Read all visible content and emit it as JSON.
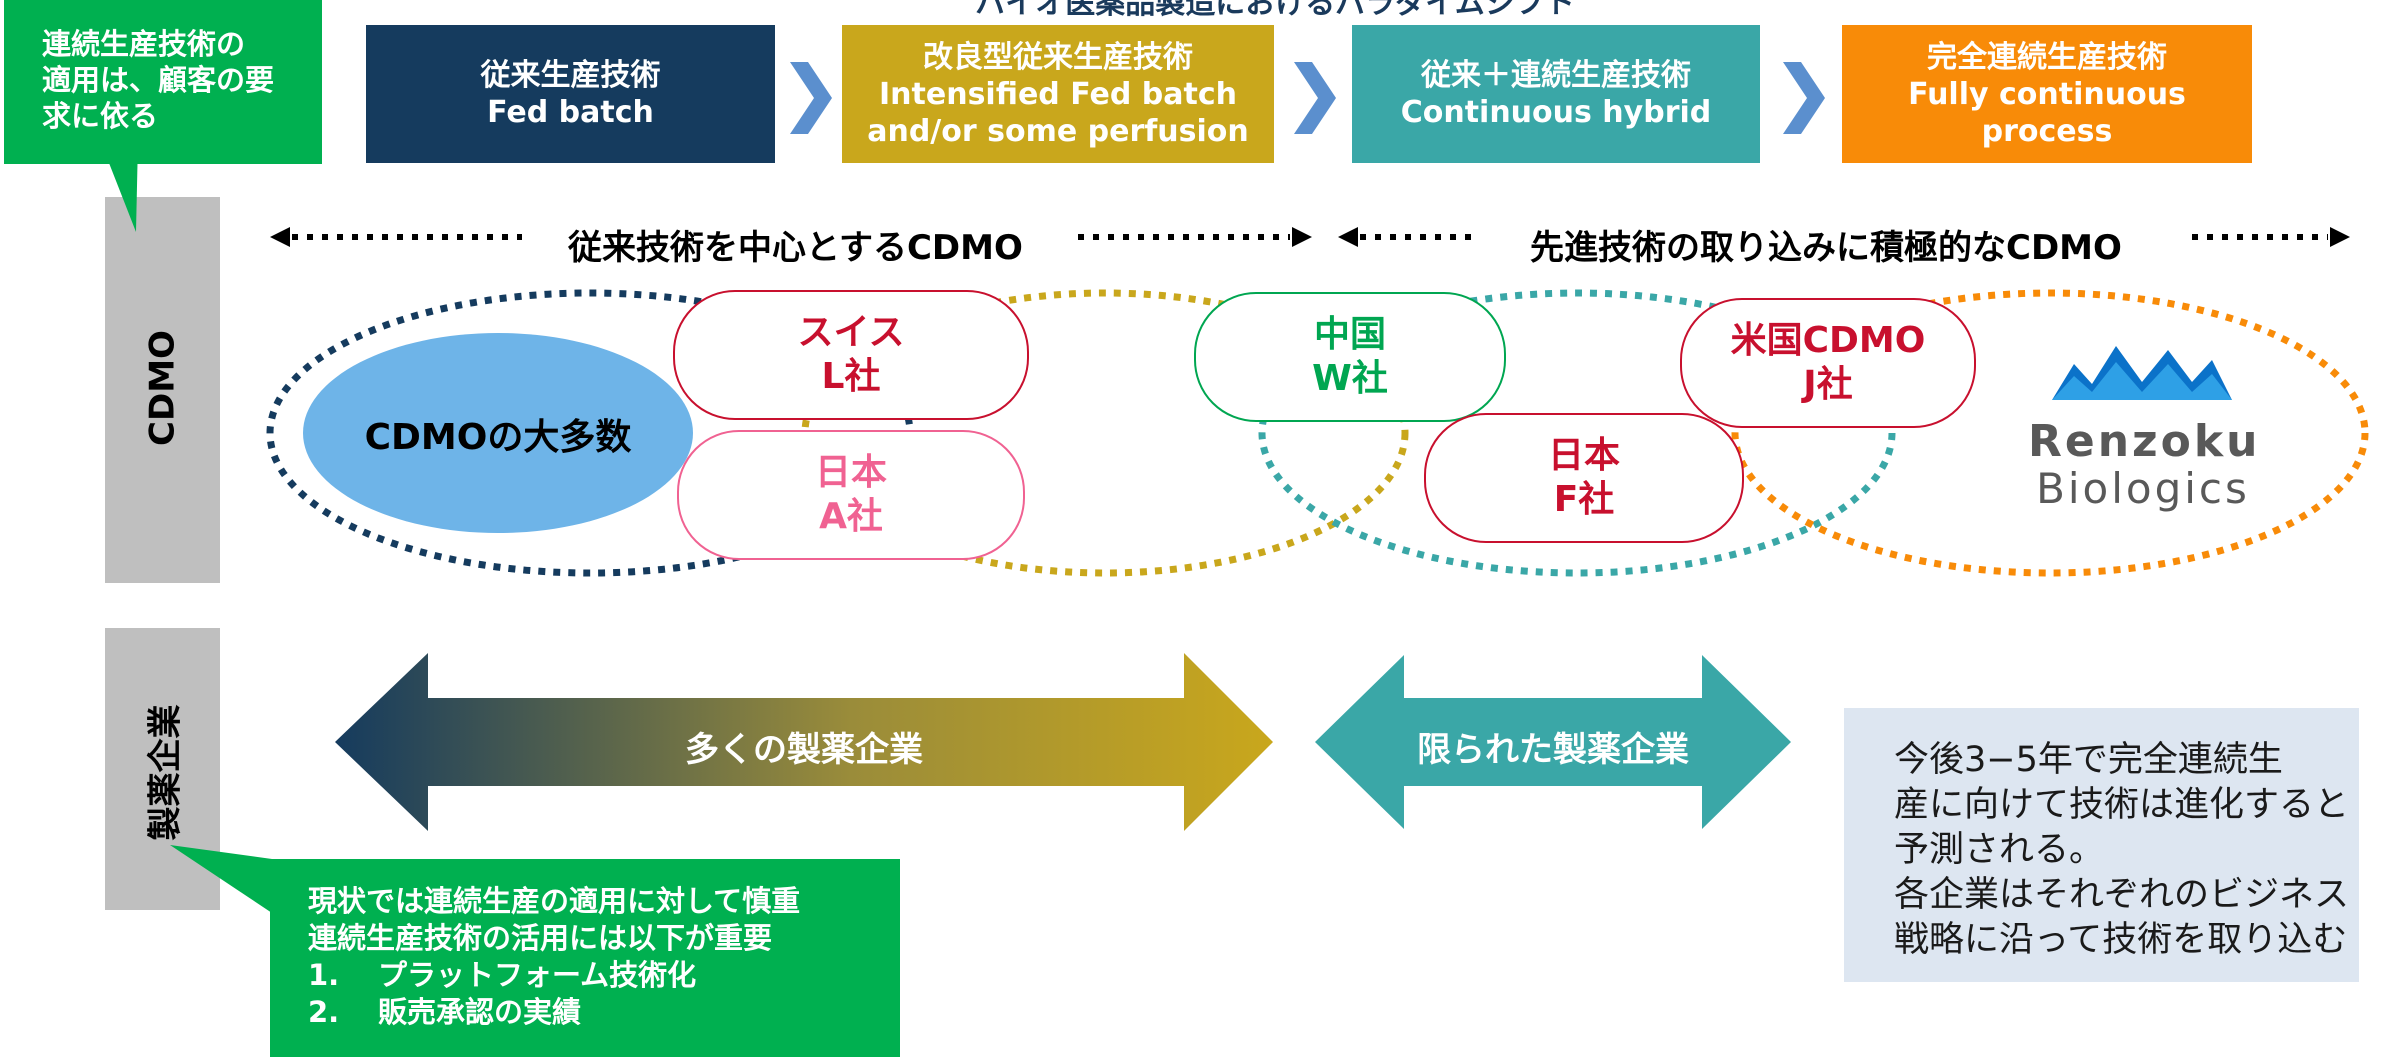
{
  "header": {
    "title": "バイオ医薬品製造におけるパラダイムシフト"
  },
  "stages": [
    {
      "line1": "従来生産技術",
      "line2": "Fed batch",
      "line3": "",
      "color": "#153b5e"
    },
    {
      "line1": "改良型従来生産技術",
      "line2": "Intensified Fed batch",
      "line3": "and/or some perfusion",
      "color": "#c9a71c"
    },
    {
      "line1": "従来＋連続生産技術",
      "line2": "Continuous hybrid",
      "line3": "",
      "color": "#3aa7a7"
    },
    {
      "line1": "完全連続生産技術",
      "line2": "Fully continuous",
      "line3": "process",
      "color": "#f88b08"
    }
  ],
  "callout_top": {
    "line1": "連続生産技術の",
    "line2": "適用は、顧客の要",
    "line3": "求に依る"
  },
  "sidebar": {
    "cdmo_label": "CDMO",
    "pharma_label": "製薬企業"
  },
  "ranges": {
    "left_label": "従来技術を中心とするCDMO",
    "right_label": "先進技術の取り込みに積極的なCDMO"
  },
  "cdmo_majority": "CDMOの大多数",
  "companies": {
    "swiss": {
      "line1": "スイス",
      "line2": "L社",
      "color": "#c8102e"
    },
    "japan_a": {
      "line1": "日本",
      "line2": "A社",
      "color": "#f06292"
    },
    "china": {
      "line1": "中国",
      "line2": "W社",
      "color": "#00a651"
    },
    "japan_f": {
      "line1": "日本",
      "line2": "F社",
      "color": "#c8102e"
    },
    "us": {
      "line1": "米国CDMO",
      "line2": "J社",
      "color": "#c8102e"
    }
  },
  "logo": {
    "line1": "Renzoku",
    "line2": "Biologics"
  },
  "pharma": {
    "many_label": "多くの製薬企業",
    "limited_label": "限られた製薬企業"
  },
  "callout_bottom": {
    "line1": "現状では連続生産の適用に対して慎重",
    "line2": "連続生産技術の活用には以下が重要",
    "item1_num": "1.",
    "item1": "プラットフォーム技術化",
    "item2_num": "2.",
    "item2": "販売承認の実績"
  },
  "note": {
    "line1": "今後3−5年で完全連続生",
    "line2": "産に向けて技術は進化すると",
    "line3": "予測される。",
    "line4": "各企業はそれぞれのビジネス",
    "line5": "戦略に沿って技術を取り込む"
  }
}
